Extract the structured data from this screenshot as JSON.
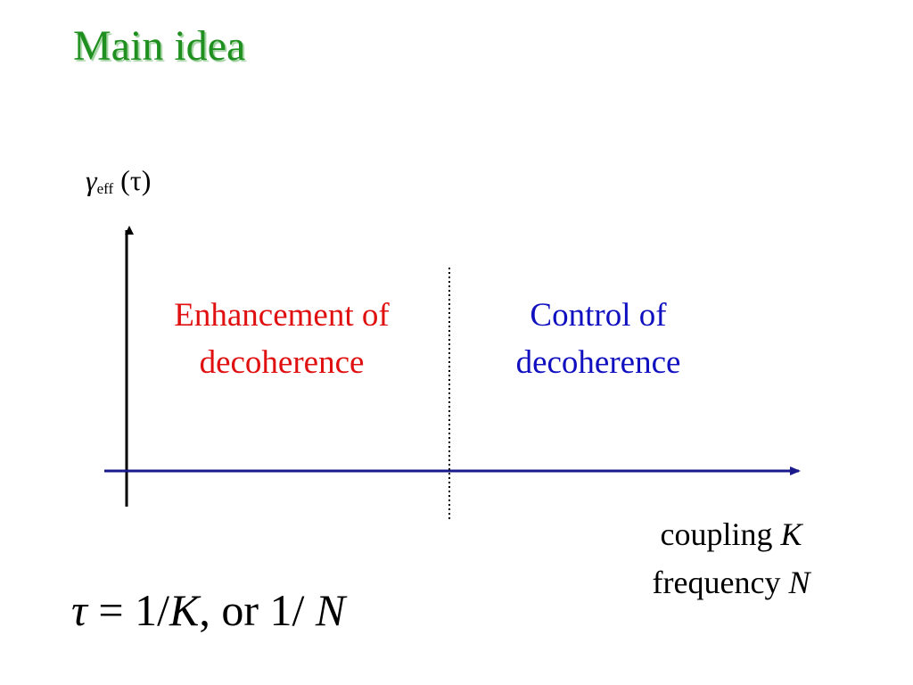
{
  "title": "Main idea",
  "y_axis": {
    "symbol": "γ",
    "subscript": "eff",
    "argument": "(τ)"
  },
  "regions": {
    "left": {
      "line1": "Enhancement of",
      "line2": "decoherence",
      "color": "#e01010"
    },
    "right": {
      "line1": "Control of",
      "line2": "decoherence",
      "color": "#1010c0"
    }
  },
  "x_axis": {
    "line1_text": "coupling ",
    "line1_var": "K",
    "line2_text": "frequency ",
    "line2_var": "N"
  },
  "formula": {
    "tau": "τ",
    "equals": " = 1/",
    "K": "K",
    "middle": ", or 1/ ",
    "N": "N"
  },
  "colors": {
    "title": "#1f8f1f",
    "x_axis_line": "#1a1a8c",
    "y_axis_line": "#000000",
    "divider": "#000000"
  }
}
